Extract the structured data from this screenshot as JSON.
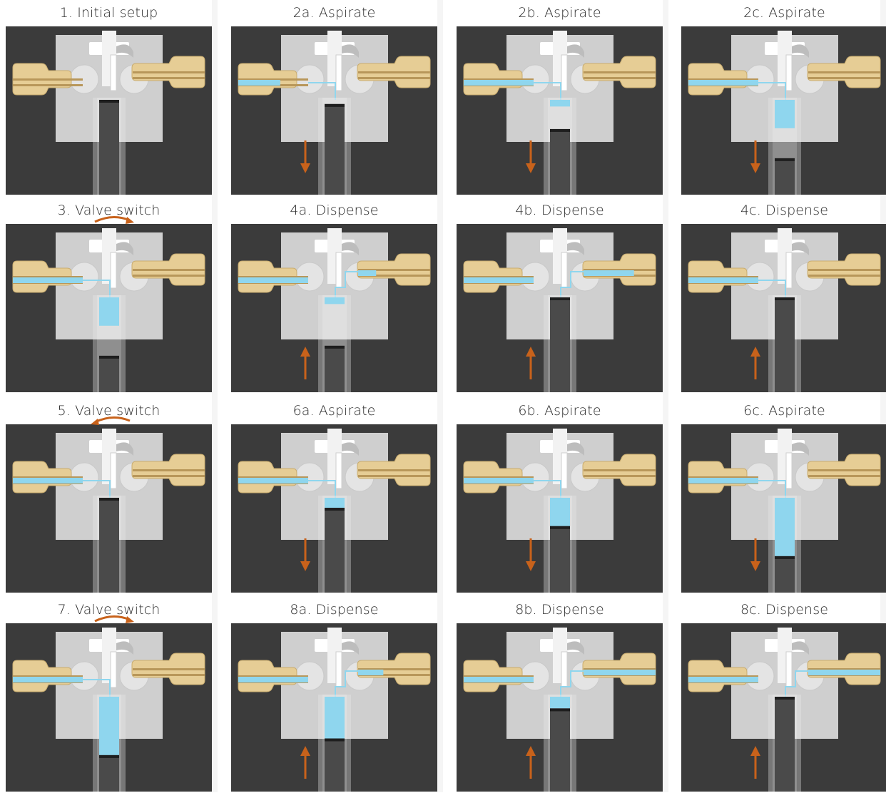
{
  "colors": {
    "background": "#3b3b3b",
    "valve_body": "#d7d7d7",
    "fitting": "#e6cd95",
    "liquid": "#8fd6ee",
    "plunger": "#4a4a4a",
    "arrow": "#c8621b"
  },
  "panels": [
    {
      "title": "1. Initial setup",
      "cap_lvl": 0,
      "fluid_top": 0,
      "fluid_bot": 0,
      "tube_top": 0,
      "tube_bot": 0,
      "mode": "none",
      "fill_left": 0,
      "fill_right": 0,
      "arrow": "none",
      "rotate": "none",
      "plunger_icon": "plunger-icon"
    },
    {
      "title": "2a. Aspirate",
      "cap_lvl": 0.05,
      "fluid_top": 0,
      "fluid_bot": 0,
      "tube_top": 0,
      "tube_bot": 0,
      "mode": "none",
      "fill_left": 0.6,
      "fill_right": 0,
      "arrow": "down",
      "rotate": "none",
      "plunger_icon": "plunger-icon"
    },
    {
      "title": "2b. Aspirate",
      "cap_lvl": 0.35,
      "fluid_top": 0,
      "fluid_bot": 0.08,
      "tube_top": 0,
      "tube_bot": 0,
      "mode": "left",
      "fill_left": 1,
      "fill_right": 0,
      "arrow": "down",
      "rotate": "none",
      "plunger_icon": "plunger-icon"
    },
    {
      "title": "2c. Aspirate",
      "cap_lvl": 0.7,
      "fluid_top": 0,
      "fluid_bot": 0.34,
      "tube_top": 0,
      "tube_bot": 0,
      "mode": "left",
      "fill_left": 1,
      "fill_right": 0,
      "arrow": "down",
      "rotate": "none",
      "plunger_icon": "plunger-icon"
    },
    {
      "title": "3. Valve switch",
      "cap_lvl": 0.7,
      "fluid_top": 0,
      "fluid_bot": 0.34,
      "tube_top": 0,
      "tube_bot": 0,
      "mode": "left",
      "fill_left": 1,
      "fill_right": 0,
      "arrow": "none",
      "rotate": "cw",
      "plunger_icon": "plunger-icon"
    },
    {
      "title": "4a. Dispense",
      "cap_lvl": 0.58,
      "fluid_top": 0,
      "fluid_bot": 0.08,
      "tube_top": 0,
      "tube_bot": 0,
      "mode": "right",
      "fill_left": 1,
      "fill_right": 0.25,
      "arrow": "up",
      "rotate": "none",
      "plunger_icon": "plunger-icon"
    },
    {
      "title": "4b. Dispense",
      "cap_lvl": 0,
      "fluid_top": 0,
      "fluid_bot": 0,
      "tube_top": 0,
      "tube_bot": 0,
      "mode": "right",
      "fill_left": 1,
      "fill_right": 0.7,
      "arrow": "up",
      "rotate": "none",
      "plunger_icon": "plunger-icon"
    },
    {
      "title": "4c. Dispense",
      "cap_lvl": 0,
      "fluid_top": 0,
      "fluid_bot": 0,
      "tube_top": 0,
      "tube_bot": 0,
      "mode": "none",
      "fill_left": 1,
      "fill_right": 0,
      "arrow": "up",
      "rotate": "none",
      "plunger_icon": "plunger-icon"
    },
    {
      "title": "5. Valve switch",
      "cap_lvl": 0,
      "fluid_top": 0,
      "fluid_bot": 0,
      "tube_top": 0,
      "tube_bot": 0,
      "mode": "left",
      "fill_left": 1,
      "fill_right": 0,
      "arrow": "none",
      "rotate": "ccw",
      "plunger_icon": "plunger-icon"
    },
    {
      "title": "6a. Aspirate",
      "cap_lvl": 0.12,
      "fluid_top": 0,
      "fluid_bot": 0.12,
      "tube_top": 0,
      "tube_bot": 0,
      "mode": "left",
      "fill_left": 1,
      "fill_right": 0,
      "arrow": "down",
      "rotate": "none",
      "plunger_icon": "plunger-icon"
    },
    {
      "title": "6b. Aspirate",
      "cap_lvl": 0.34,
      "fluid_top": 0,
      "fluid_bot": 0.34,
      "tube_top": 0,
      "tube_bot": 0,
      "mode": "left",
      "fill_left": 1,
      "fill_right": 0,
      "arrow": "down",
      "rotate": "none",
      "plunger_icon": "plunger-icon"
    },
    {
      "title": "6c. Aspirate",
      "cap_lvl": 0.7,
      "fluid_top": 0,
      "fluid_bot": 0.7,
      "tube_top": 0,
      "tube_bot": 0,
      "mode": "left",
      "fill_left": 1,
      "fill_right": 0,
      "arrow": "down",
      "rotate": "none",
      "plunger_icon": "plunger-icon"
    },
    {
      "title": "7. Valve switch",
      "cap_lvl": 0.7,
      "fluid_top": 0,
      "fluid_bot": 0.7,
      "tube_top": 0,
      "tube_bot": 0,
      "mode": "left",
      "fill_left": 1,
      "fill_right": 0,
      "arrow": "none",
      "rotate": "cw",
      "plunger_icon": "plunger-icon"
    },
    {
      "title": "8a. Dispense",
      "cap_lvl": 0.5,
      "fluid_top": 0,
      "fluid_bot": 0.5,
      "tube_top": 0,
      "tube_bot": 0,
      "mode": "right",
      "fill_left": 1,
      "fill_right": 0.35,
      "arrow": "up",
      "rotate": "none",
      "plunger_icon": "plunger-icon"
    },
    {
      "title": "8b. Dispense",
      "cap_lvl": 0.14,
      "fluid_top": 0,
      "fluid_bot": 0.14,
      "tube_top": 0,
      "tube_bot": 0,
      "mode": "right",
      "fill_left": 1,
      "fill_right": 1,
      "arrow": "up",
      "rotate": "none",
      "plunger_icon": "plunger-icon"
    },
    {
      "title": "8c. Dispense",
      "cap_lvl": 0,
      "fluid_top": 0,
      "fluid_bot": 0,
      "tube_top": 0,
      "tube_bot": 0,
      "mode": "right",
      "fill_left": 1,
      "fill_right": 1,
      "arrow": "up",
      "rotate": "none",
      "plunger_icon": "plunger-icon"
    }
  ]
}
